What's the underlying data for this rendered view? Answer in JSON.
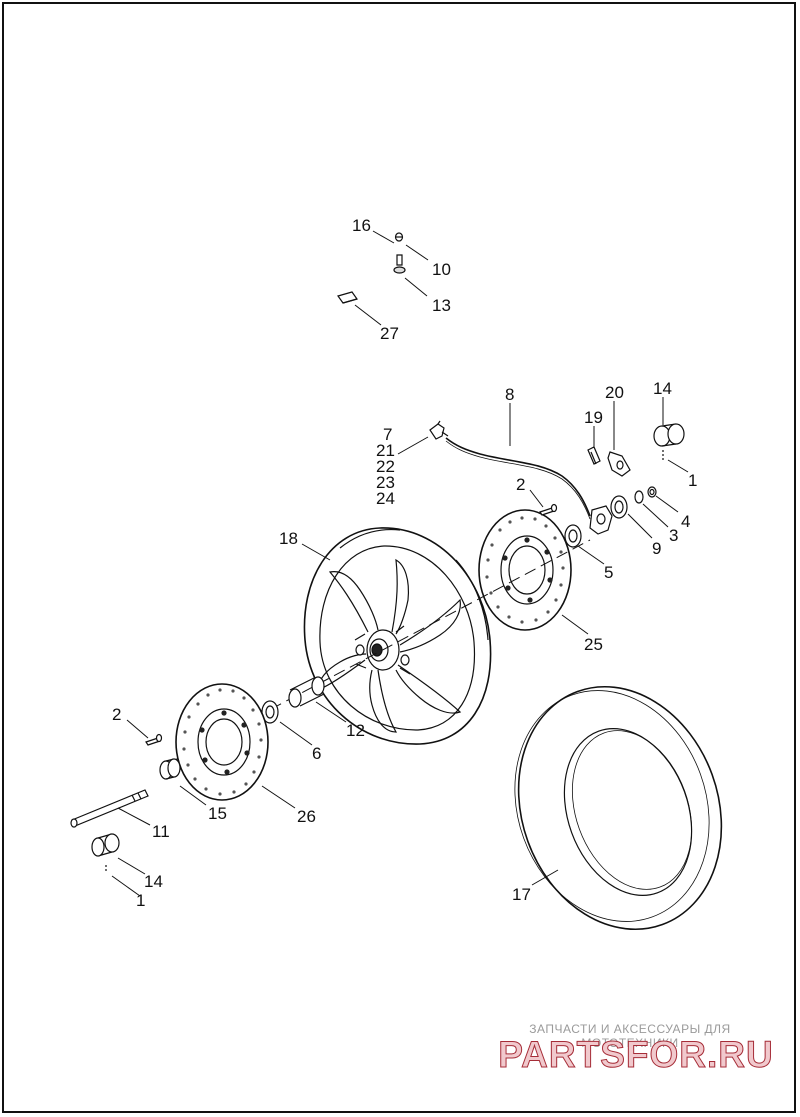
{
  "callouts": [
    {
      "id": "c16a",
      "text": "16"
    },
    {
      "id": "c10",
      "text": "10"
    },
    {
      "id": "c13",
      "text": "13"
    },
    {
      "id": "c27",
      "text": "27"
    },
    {
      "id": "c8",
      "text": "8"
    },
    {
      "id": "c20",
      "text": "20"
    },
    {
      "id": "c14a",
      "text": "14"
    },
    {
      "id": "c19",
      "text": "19"
    },
    {
      "id": "c7",
      "text": "7"
    },
    {
      "id": "c21",
      "text": "21"
    },
    {
      "id": "c22",
      "text": "22"
    },
    {
      "id": "c23",
      "text": "23"
    },
    {
      "id": "c24",
      "text": "24"
    },
    {
      "id": "c1a",
      "text": "1"
    },
    {
      "id": "c2a",
      "text": "2"
    },
    {
      "id": "c4",
      "text": "4"
    },
    {
      "id": "c3",
      "text": "3"
    },
    {
      "id": "c9",
      "text": "9"
    },
    {
      "id": "c18",
      "text": "18"
    },
    {
      "id": "c5",
      "text": "5"
    },
    {
      "id": "c25",
      "text": "25"
    },
    {
      "id": "c2b",
      "text": "2"
    },
    {
      "id": "c12",
      "text": "12"
    },
    {
      "id": "c6",
      "text": "6"
    },
    {
      "id": "c15",
      "text": "15"
    },
    {
      "id": "c26",
      "text": "26"
    },
    {
      "id": "c11",
      "text": "11"
    },
    {
      "id": "c14b",
      "text": "14"
    },
    {
      "id": "c1b",
      "text": "1"
    },
    {
      "id": "c17",
      "text": "17"
    }
  ],
  "watermark": {
    "tagline": "ЗАПЧАСТИ И АКСЕССУАРЫ ДЛЯ МОТОТЕХНИКИ",
    "brand": "PARTSFOR.RU"
  },
  "colors": {
    "line": "#111111",
    "watermark_tagline": "#9a9a9a",
    "watermark_brand": "#f1c9cd"
  }
}
